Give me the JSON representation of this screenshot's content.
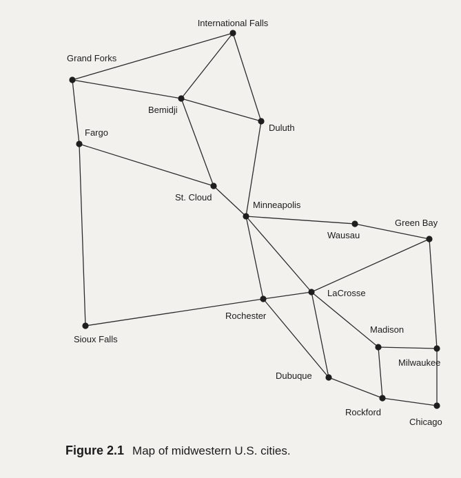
{
  "caption": {
    "figure_label": "Figure 2.1",
    "text": "Map of midwestern U.S. cities."
  },
  "cities": [
    {
      "id": "international-falls",
      "name": "International Falls"
    },
    {
      "id": "grand-forks",
      "name": "Grand Forks"
    },
    {
      "id": "bemidji",
      "name": "Bemidji"
    },
    {
      "id": "duluth",
      "name": "Duluth"
    },
    {
      "id": "fargo",
      "name": "Fargo"
    },
    {
      "id": "st-cloud",
      "name": "St. Cloud"
    },
    {
      "id": "minneapolis",
      "name": "Minneapolis"
    },
    {
      "id": "wausau",
      "name": "Wausau"
    },
    {
      "id": "green-bay",
      "name": "Green Bay"
    },
    {
      "id": "lacrosse",
      "name": "LaCrosse"
    },
    {
      "id": "rochester",
      "name": "Rochester"
    },
    {
      "id": "sioux-falls",
      "name": "Sioux Falls"
    },
    {
      "id": "madison",
      "name": "Madison"
    },
    {
      "id": "milwaukee",
      "name": "Milwaukee"
    },
    {
      "id": "dubuque",
      "name": "Dubuque"
    },
    {
      "id": "rockford",
      "name": "Rockford"
    },
    {
      "id": "chicago",
      "name": "Chicago"
    }
  ],
  "roads": [
    [
      "grand-forks",
      "international-falls"
    ],
    [
      "grand-forks",
      "bemidji"
    ],
    [
      "grand-forks",
      "fargo"
    ],
    [
      "international-falls",
      "bemidji"
    ],
    [
      "international-falls",
      "duluth"
    ],
    [
      "bemidji",
      "duluth"
    ],
    [
      "bemidji",
      "st-cloud"
    ],
    [
      "fargo",
      "st-cloud"
    ],
    [
      "fargo",
      "sioux-falls"
    ],
    [
      "st-cloud",
      "minneapolis"
    ],
    [
      "duluth",
      "minneapolis"
    ],
    [
      "minneapolis",
      "wausau"
    ],
    [
      "wausau",
      "green-bay"
    ],
    [
      "minneapolis",
      "rochester"
    ],
    [
      "minneapolis",
      "lacrosse"
    ],
    [
      "sioux-falls",
      "rochester"
    ],
    [
      "rochester",
      "lacrosse"
    ],
    [
      "rochester",
      "dubuque"
    ],
    [
      "lacrosse",
      "green-bay"
    ],
    [
      "lacrosse",
      "madison"
    ],
    [
      "lacrosse",
      "dubuque"
    ],
    [
      "green-bay",
      "milwaukee"
    ],
    [
      "madison",
      "milwaukee"
    ],
    [
      "madison",
      "rockford"
    ],
    [
      "milwaukee",
      "chicago"
    ],
    [
      "dubuque",
      "rockford"
    ],
    [
      "rockford",
      "chicago"
    ]
  ]
}
